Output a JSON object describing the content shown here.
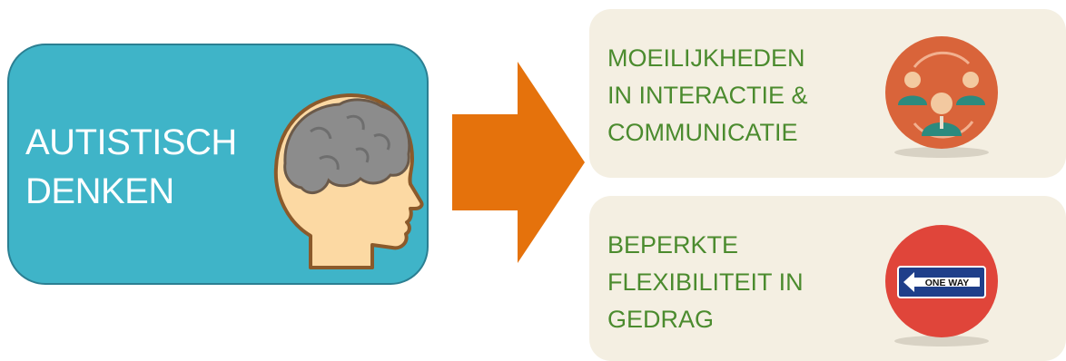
{
  "left": {
    "lines": [
      "AUTISTISCH",
      "DENKEN"
    ],
    "icon": "brain-head-icon",
    "color": "#3fb4c8"
  },
  "arrow": {
    "color": "#e5720c"
  },
  "cards": [
    {
      "lines": [
        "MOEILIJKHEDEN",
        "IN INTERACTIE &",
        "COMMUNICATIE"
      ],
      "icon": "people-interaction-icon"
    },
    {
      "lines": [
        "BEPERKTE",
        "FLEXIBILITEIT IN",
        "GEDRAG"
      ],
      "icon": "one-way-sign-icon",
      "sign_text": "ONE WAY"
    }
  ],
  "colors": {
    "card_bg": "#f4efe2",
    "card_text": "#4b8b2e",
    "icon_orange": "#d9643a",
    "icon_red": "#e0453a"
  }
}
